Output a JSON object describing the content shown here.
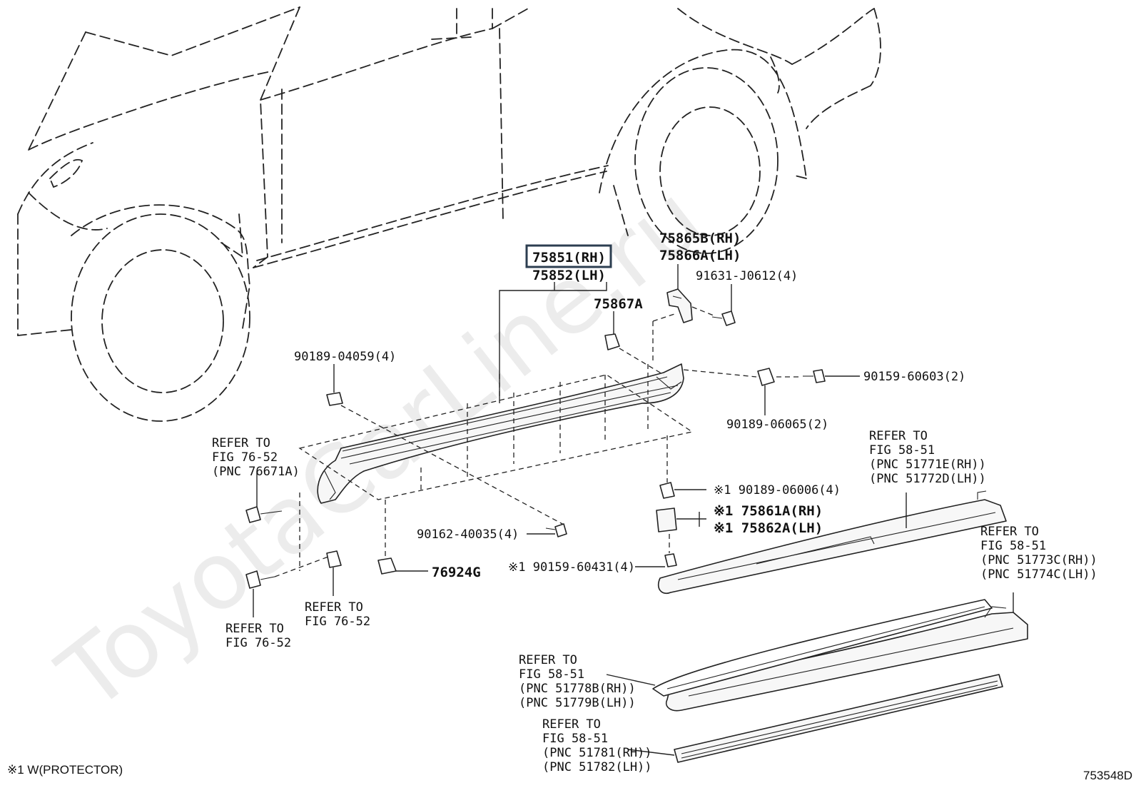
{
  "diagram": {
    "watermark": "ToyotaCarLine.ru",
    "figure_id": "753548D",
    "footnote": "※1 W(PROTECTOR)",
    "highlighted_part": "75851(RH)",
    "labels": {
      "p75851": "75851(RH)",
      "p75852": "75852(LH)",
      "p75865b": "75865B(RH)",
      "p75866a": "75866A(LH)",
      "p91631": "91631-J0612(4)",
      "p75867a": "75867A",
      "p90189_04059": "90189-04059(4)",
      "p90159_60603": "90159-60603(2)",
      "p90189_06065": "90189-06065(2)",
      "ref7652a": [
        "REFER TO",
        "FIG 76-52",
        "(PNC 76671A)"
      ],
      "ref5851a": [
        "REFER TO",
        "FIG 58-51",
        "(PNC 51771E(RH))",
        "(PNC 51772D(LH))"
      ],
      "p90189_06006": "※1 90189-06006(4)",
      "p75861a": "※1 75861A(RH)",
      "p75862a": "※1 75862A(LH)",
      "p90162_40035": "90162-40035(4)",
      "ref5851b": [
        "REFER TO",
        "FIG 58-51",
        "(PNC 51773C(RH))",
        "(PNC 51774C(LH))"
      ],
      "p90159_60431": "※1 90159-60431(4)",
      "p76924g": "76924G",
      "ref7652b": [
        "REFER TO",
        "FIG 76-52"
      ],
      "ref7652c": [
        "REFER TO",
        "FIG 76-52"
      ],
      "ref5851c": [
        "REFER TO",
        "FIG 58-51",
        "(PNC 51778B(RH))",
        "(PNC 51779B(LH))"
      ],
      "ref5851d": [
        "REFER TO",
        "FIG 58-51",
        "(PNC 51781(RH))",
        "(PNC 51782(LH))"
      ]
    }
  }
}
